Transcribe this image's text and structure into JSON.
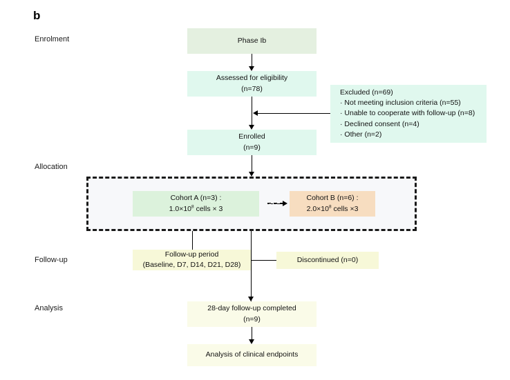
{
  "figure": {
    "panel_label": "b",
    "type": "consort-flow-diagram"
  },
  "stages": [
    {
      "name": "enrolment",
      "label": "Enrolment"
    },
    {
      "name": "allocation",
      "label": "Allocation"
    },
    {
      "name": "followup",
      "label": "Follow-up"
    },
    {
      "name": "analysis",
      "label": "Analysis"
    }
  ],
  "nodes": {
    "phase": {
      "label": "Phase Ib",
      "color": "#e4f0e0"
    },
    "assessed": {
      "line1": "Assessed for eligibility",
      "line2": "(n=78)",
      "color": "#e0f8ee"
    },
    "enrolled": {
      "line1": "Enrolled",
      "line2": "(n=9)",
      "color": "#e0f8ee"
    },
    "excluded": {
      "title": "Excluded (n=69)",
      "reasons": [
        "· Not meeting inclusion criteria (n=55)",
        "· Unable to cooperate with follow-up (n=8)",
        "· Declined consent (n=4)",
        "· Other (n=2)"
      ],
      "color": "#e0f8ee"
    },
    "cohort_a": {
      "line1": "Cohort A (n=3) :",
      "dose_prefix": "1.0×10",
      "dose_exponent": "8",
      "dose_suffix": " cells × 3",
      "color": "#dcf2dc"
    },
    "cohort_b": {
      "line1": "Cohort B (n=6) :",
      "dose_prefix": "2.0×10",
      "dose_exponent": "8",
      "dose_suffix": " cells ×3",
      "color": "#f7ddc0"
    },
    "followup_period": {
      "line1": "Follow-up period",
      "line2": "(Baseline, D7, D14, D21, D28)",
      "color": "#f7f8d8"
    },
    "discontinued": {
      "label": "Discontinued (n=0)",
      "color": "#f7f8d8"
    },
    "completed": {
      "line1": "28-day follow-up completed",
      "line2": "(n=9)",
      "color": "#fafbe8"
    },
    "analysis_endpoints": {
      "label": "Analysis of clinical endpoints",
      "color": "#fafbe8"
    }
  }
}
